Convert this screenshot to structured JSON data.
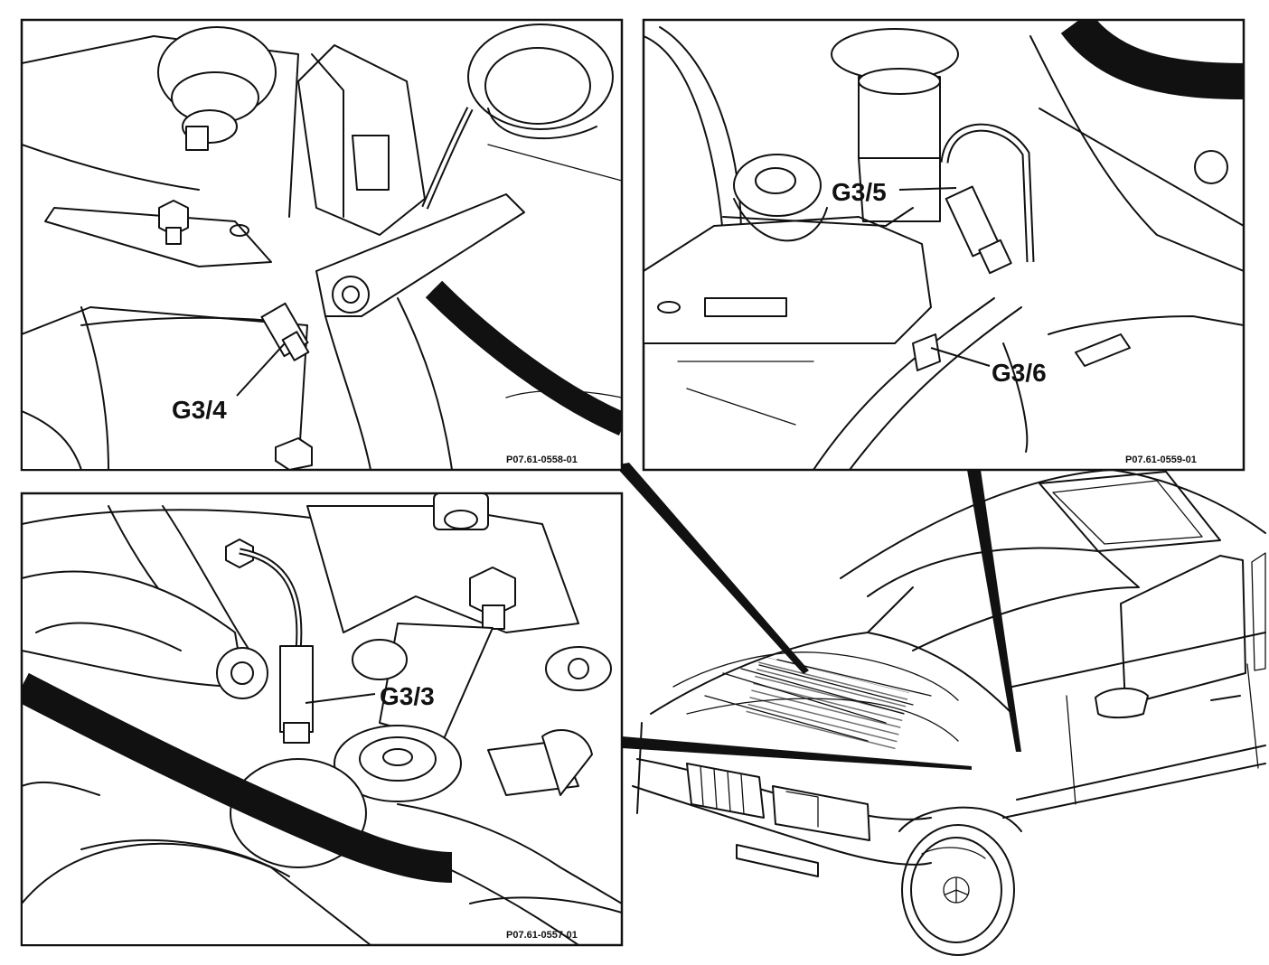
{
  "colors": {
    "ink": "#111111",
    "paper": "#ffffff"
  },
  "panels": {
    "top_left": {
      "callout": "G3/4",
      "figure_ref": "P07.61-0558-01"
    },
    "top_right": {
      "callout_a": "G3/5",
      "callout_b": "G3/6",
      "figure_ref": "P07.61-0559-01"
    },
    "bottom_left": {
      "callout": "G3/3",
      "figure_ref": "P07.61-0557-01"
    }
  }
}
